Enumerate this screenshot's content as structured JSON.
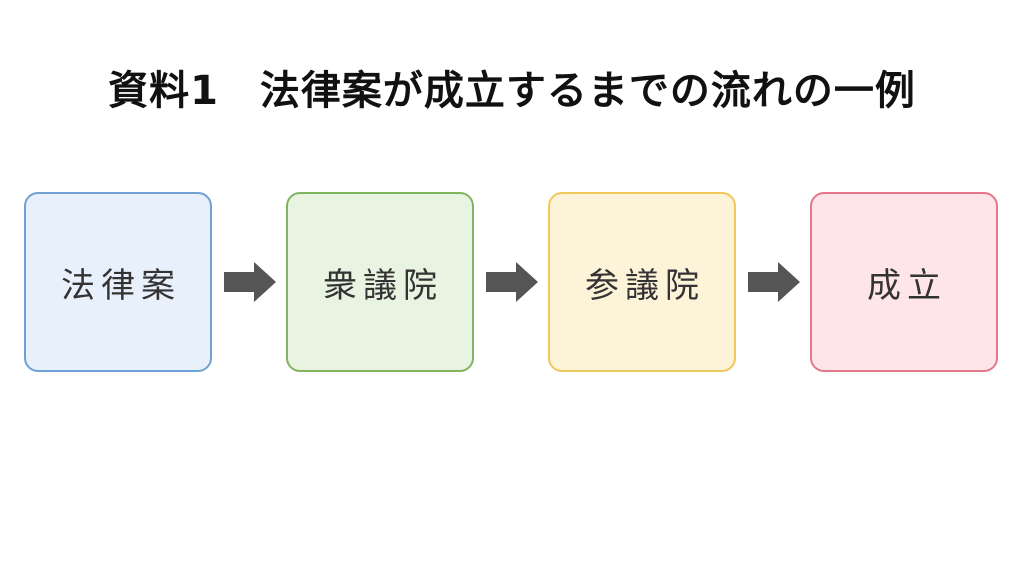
{
  "title": "資料1　法律案が成立するまでの流れの一例",
  "steps": [
    {
      "label": "法律案",
      "fill": "#e8f0fb",
      "border": "#6fa2d2"
    },
    {
      "label": "衆議院",
      "fill": "#e9f3e1",
      "border": "#80b560"
    },
    {
      "label": "参議院",
      "fill": "#fdf3d9",
      "border": "#f0c95a"
    },
    {
      "label": "成立",
      "fill": "#fde5e9",
      "border": "#e4788a"
    }
  ],
  "arrow_color": "#555555"
}
